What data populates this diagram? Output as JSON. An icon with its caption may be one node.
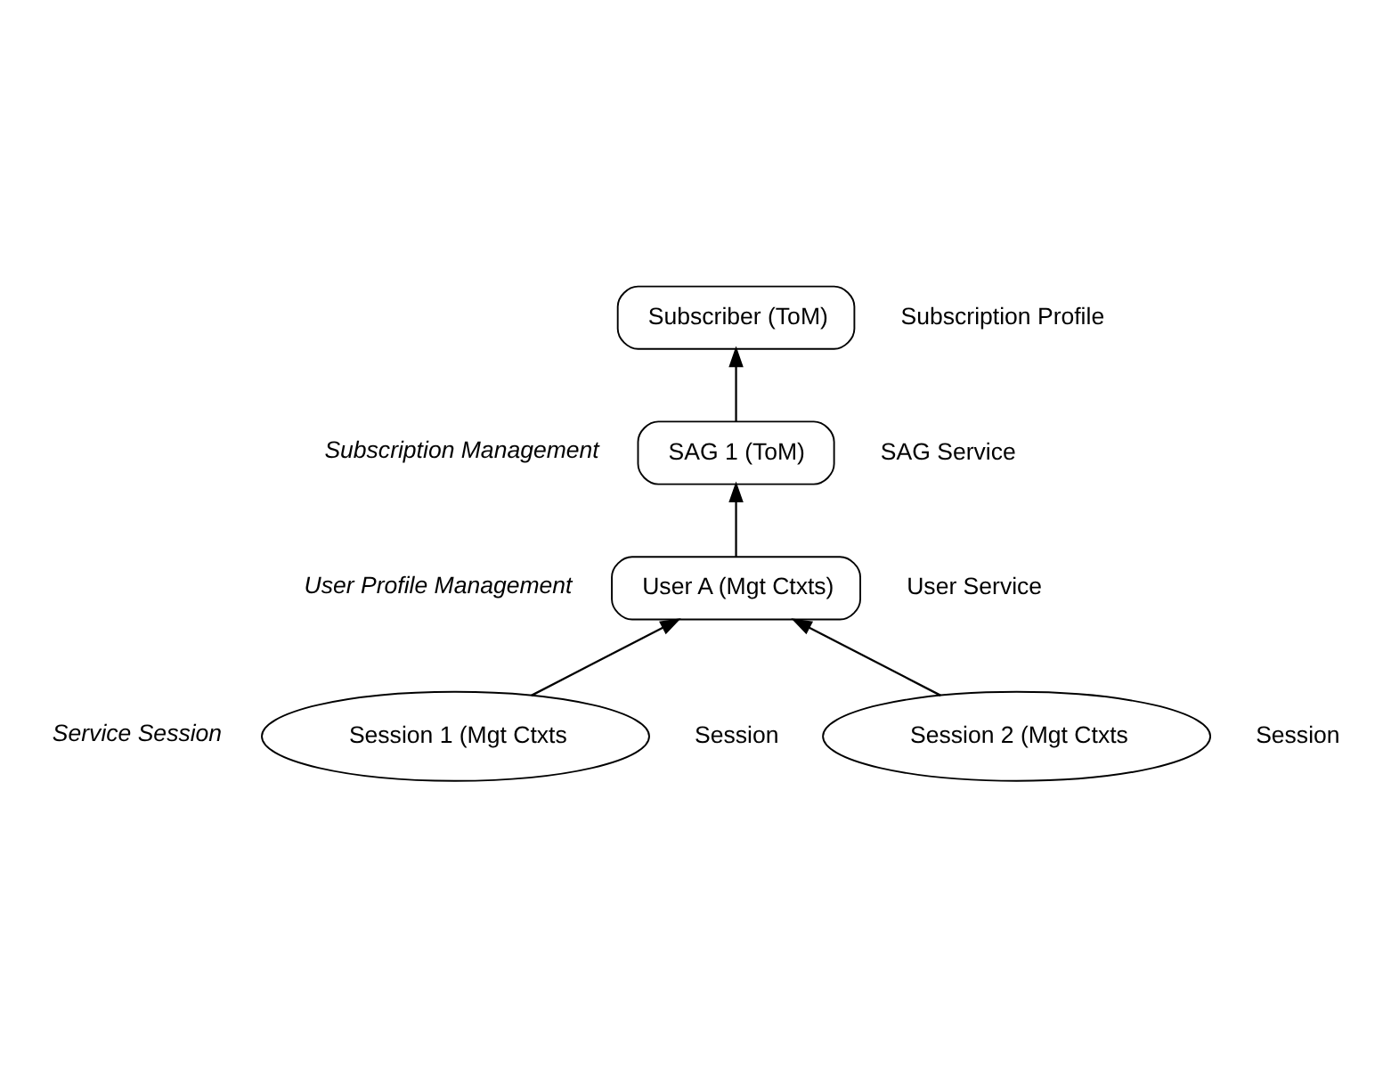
{
  "diagram": {
    "nodes": [
      {
        "text": [
          "Subscriber (ToM)"
        ],
        "beside": [
          "Subscription Profile"
        ]
      },
      {
        "text": [
          "SAG 1 (ToM)"
        ],
        "beside": [
          "SAG Service"
        ]
      },
      {
        "text": [
          "User A (Mgt Ctxts)"
        ],
        "beside": [
          "User Service"
        ]
      },
      {
        "text": [
          "Session 1 (Mgt Ctxts"
        ],
        "beside": [
          "Session"
        ]
      },
      {
        "text": [
          "Session 2 (Mgt Ctxts"
        ],
        "beside": [
          "Session"
        ]
      }
    ],
    "edges": [
      {
        "from": 1,
        "to": 0,
        "arrow": "to"
      },
      {
        "from": 2,
        "to": 1,
        "arrow": "to"
      },
      {
        "from": 3,
        "to": 2,
        "arrow": "to"
      },
      {
        "from": 4,
        "to": 2,
        "arrow": "to"
      }
    ],
    "labels": [
      "Subscription Management",
      "User Profile Management",
      "Service Session"
    ]
  }
}
